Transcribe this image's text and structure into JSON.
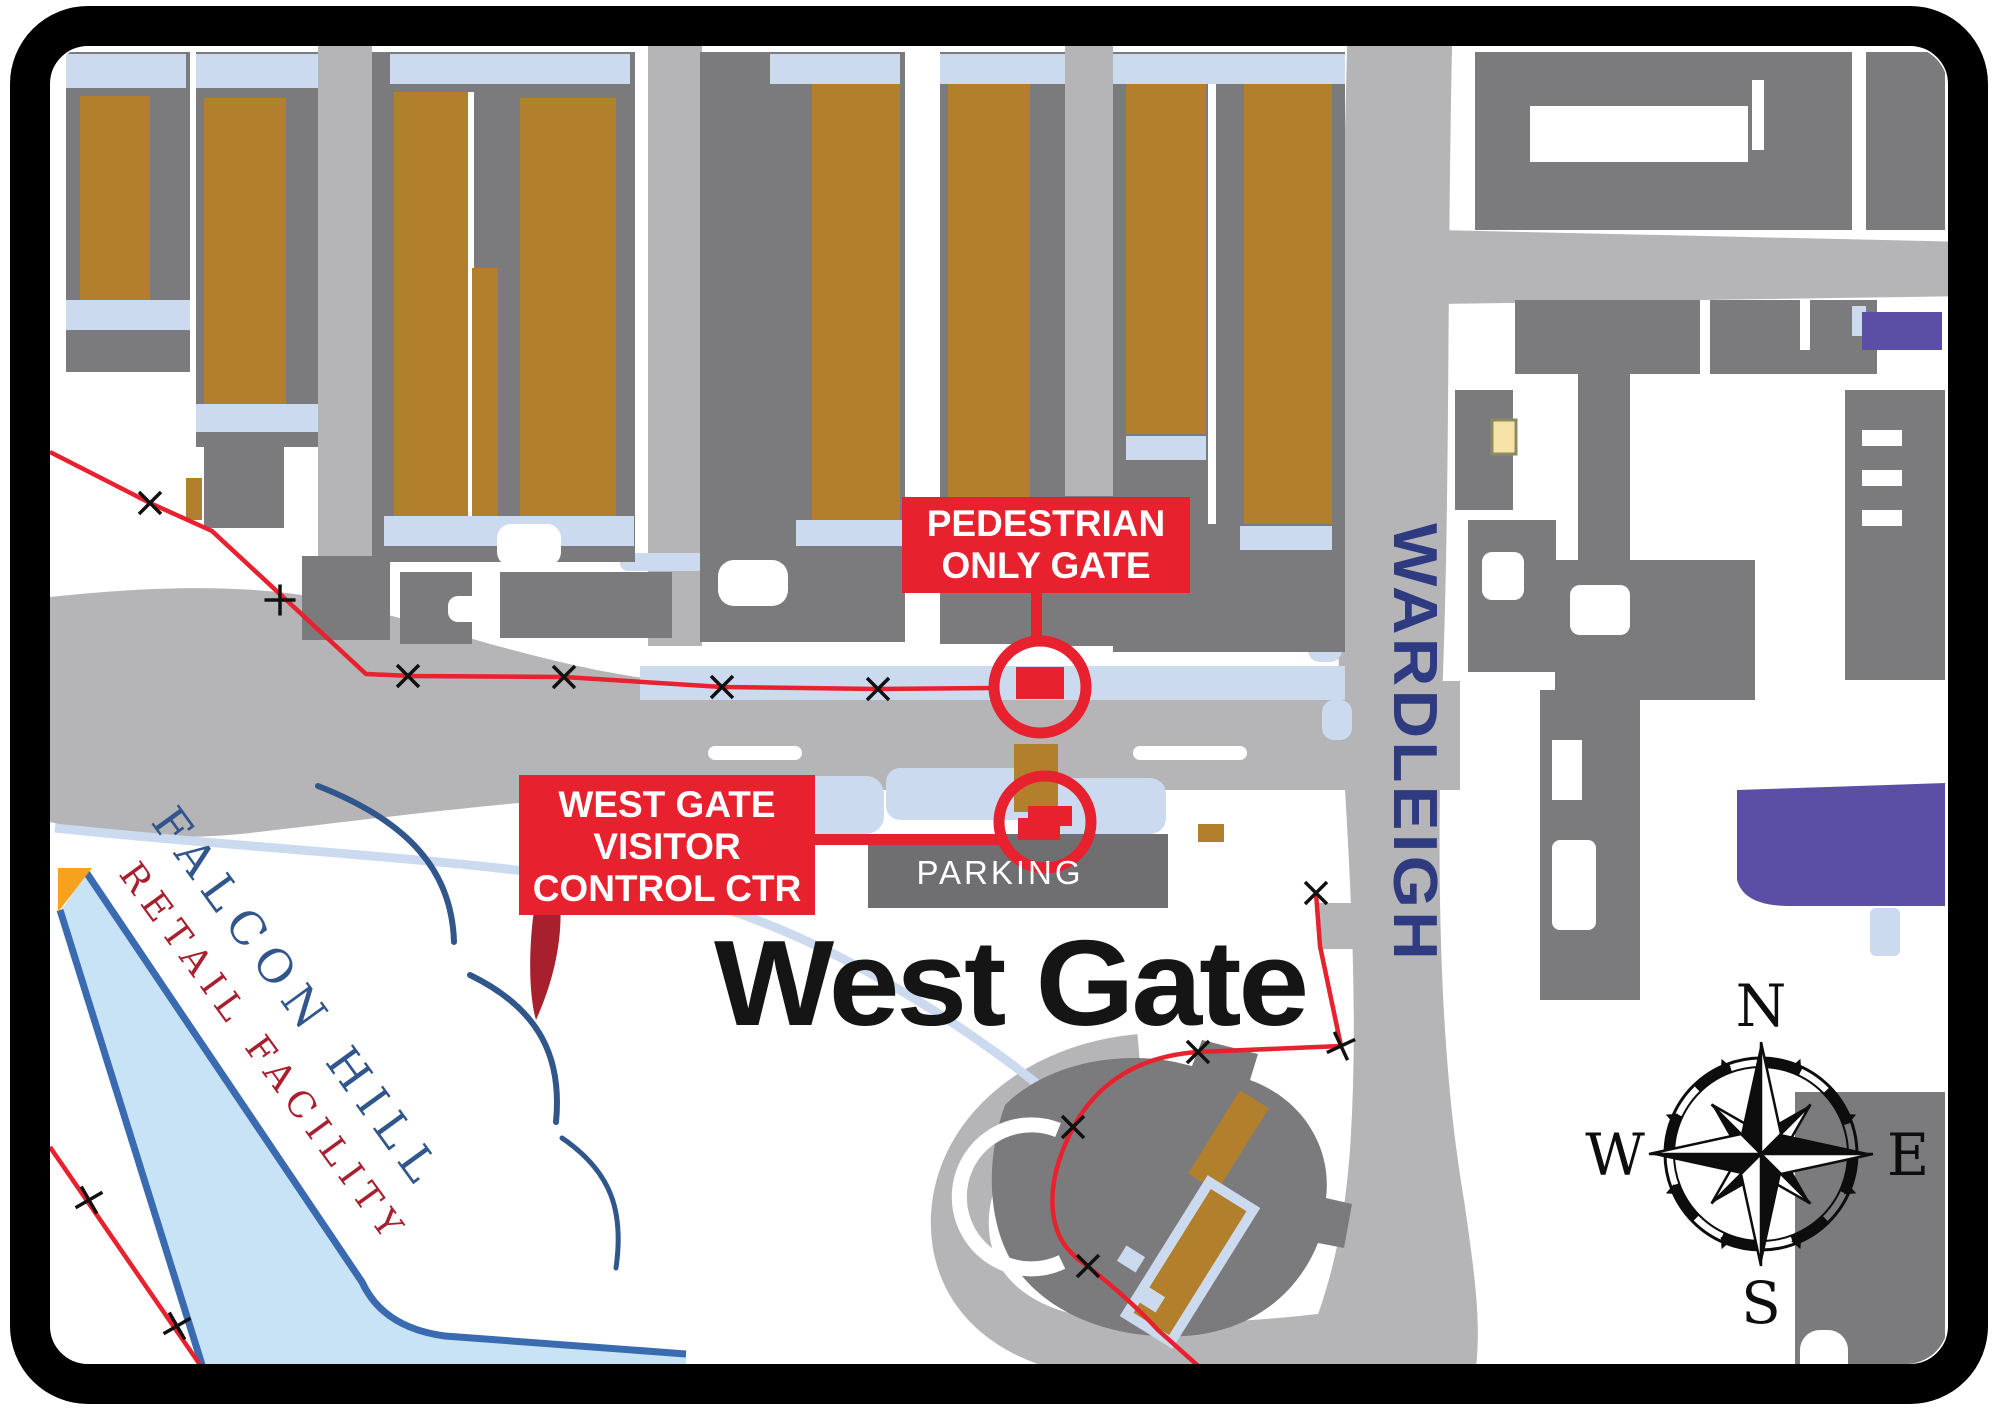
{
  "map": {
    "title": "West Gate",
    "street": "WARDLEIGH",
    "parking": "PARKING",
    "callout_pedestrian_line1": "PEDESTRIAN",
    "callout_pedestrian_line2": "ONLY GATE",
    "callout_visitor_line1": "WEST GATE",
    "callout_visitor_line2": "VISITOR",
    "callout_visitor_line3": "CONTROL CTR",
    "retail_line1": "FALCON HILL",
    "retail_line2": "RETAIL FACILITY",
    "compass": {
      "north": "N",
      "south": "S",
      "east": "E",
      "west": "W"
    },
    "colors": {
      "red": "#e8212e",
      "navy": "#2e3b80",
      "brown": "#b27f2c",
      "slab_gray": "#7b7b7d",
      "road_gray": "#b5b5b7",
      "lot_gray": "#6f6f71",
      "pale_blue": "#ccdaf0",
      "highway_blue_fill": "#c7e3f5",
      "highway_blue_edge": "#3a6ab0",
      "accent_orange": "#f7a21c",
      "purple": "#5b4fa5",
      "cream": "#f7e3a8",
      "falcon_blue": "#31568c",
      "falcon_red": "#a81f2e",
      "title_black": "#151515"
    }
  }
}
